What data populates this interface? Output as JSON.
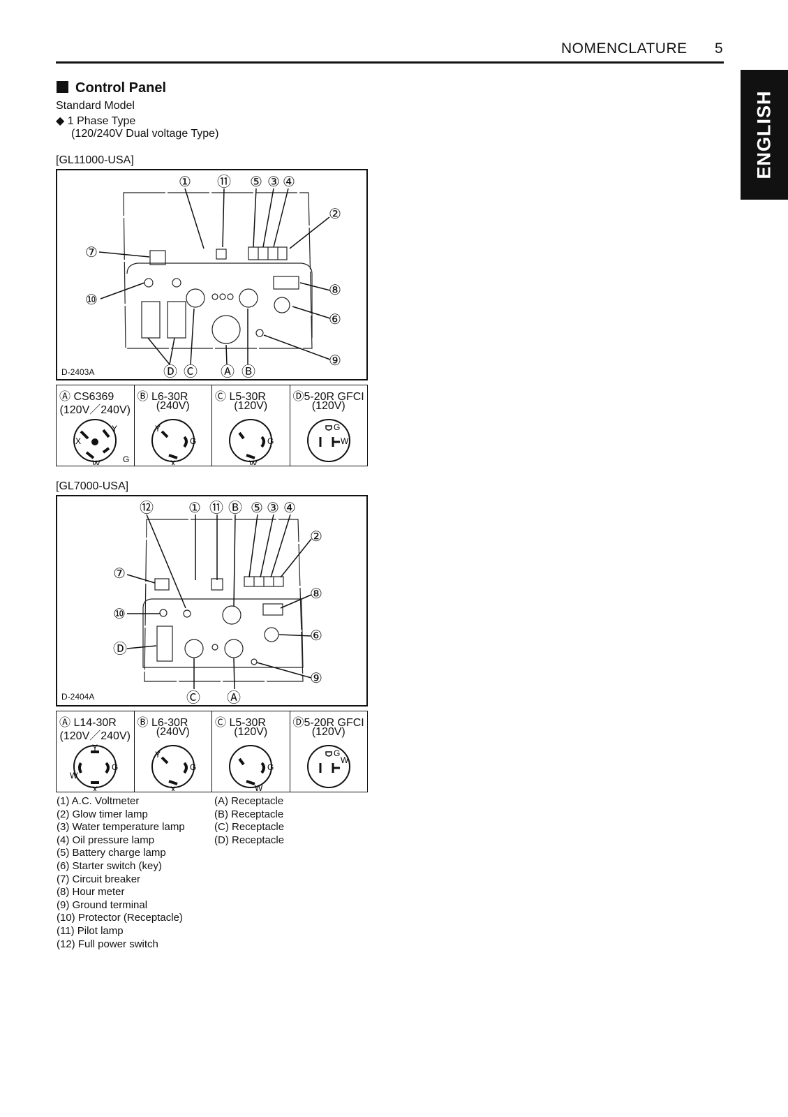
{
  "header": {
    "title": "NOMENCLATURE",
    "page_number": "5"
  },
  "side_tab": "ENGLISH",
  "section": {
    "title": "Control Panel",
    "subtitle": "Standard Model",
    "bullet": "◆ 1 Phase Type",
    "bullet_sub": "(120/240V Dual voltage Type)"
  },
  "model1": {
    "label": "[GL11000-USA]",
    "diagram_code": "D-2403A",
    "callouts_top": [
      "①",
      "⑪",
      "⑤",
      "③",
      "④"
    ],
    "callouts_side": [
      "②",
      "⑦",
      "⑩",
      "⑧",
      "⑥",
      "⑨"
    ],
    "callouts_bottom": [
      "Ⓓ",
      "Ⓒ",
      "Ⓐ",
      "Ⓑ"
    ],
    "receptacles": [
      {
        "line1": "Ⓐ CS6369",
        "line2": "(120V／240V)"
      },
      {
        "line1": "Ⓑ L6-30R",
        "line2": "(240V)"
      },
      {
        "line1": "Ⓒ L5-30R",
        "line2": "(120V)"
      },
      {
        "line1": "Ⓓ5-20R GFCI",
        "line2": "(120V)"
      }
    ]
  },
  "model2": {
    "label": "[GL7000-USA]",
    "diagram_code": "D-2404A",
    "callouts_top": [
      "⑫",
      "①",
      "⑪",
      "Ⓑ",
      "⑤",
      "③",
      "④"
    ],
    "callouts_side": [
      "②",
      "⑦",
      "⑩",
      "Ⓓ",
      "⑧",
      "⑥",
      "⑨"
    ],
    "callouts_bottom": [
      "Ⓒ",
      "Ⓐ"
    ],
    "receptacles": [
      {
        "line1": "Ⓐ L14-30R",
        "line2": "(120V／240V)"
      },
      {
        "line1": "Ⓑ L6-30R",
        "line2": "(240V)"
      },
      {
        "line1": "Ⓒ L5-30R",
        "line2": "(120V)"
      },
      {
        "line1": "Ⓓ5-20R GFCI",
        "line2": "(120V)"
      }
    ]
  },
  "plug_pin_labels": {
    "X": "X",
    "Y": "Y",
    "W": "W",
    "G": "G"
  },
  "legend_left": [
    "(1) A.C. Voltmeter",
    "(2) Glow timer lamp",
    "(3) Water temperature lamp",
    "(4) Oil pressure lamp",
    "(5) Battery charge lamp",
    "(6) Starter switch (key)",
    "(7) Circuit breaker",
    "(8) Hour meter",
    "(9) Ground terminal",
    "(10) Protector (Receptacle)",
    "(11) Pilot lamp",
    "(12) Full power switch"
  ],
  "legend_right": [
    "(A) Receptacle",
    "(B) Receptacle",
    "(C) Receptacle",
    "(D) Receptacle"
  ]
}
